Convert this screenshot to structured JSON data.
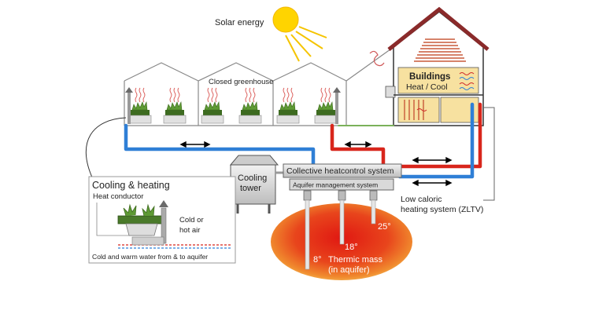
{
  "labels": {
    "solar": "Solar energy",
    "greenhouse": "Closed greenhouse",
    "buildings": "Buildings",
    "heat_cool": "Heat / Cool",
    "cooling_tower_1": "Cooling",
    "cooling_tower_2": "tower",
    "collective": "Collective heatcontrol system",
    "aquifer_mgmt": "Aquifer management system",
    "low_caloric_1": "Low caloric",
    "low_caloric_2": "heating system (ZLTV)",
    "temp_25": "25°",
    "temp_18": "18°",
    "temp_8": "8°",
    "thermic_1": "Thermic mass",
    "thermic_2": "(in aquifer)"
  },
  "inset": {
    "title": "Cooling & heating",
    "heat_conductor": "Heat conductor",
    "cold_or": "Cold or",
    "hot_air": "hot air",
    "water": "Cold and warm water from & to aquifer"
  },
  "colors": {
    "hot_pipe": "#d8261c",
    "cold_pipe": "#2f7fd6",
    "aquifer_core": "#e8261c",
    "aquifer_edge": "#f2a23a",
    "sun": "#ffd400",
    "roof": "#8a2a2a"
  }
}
